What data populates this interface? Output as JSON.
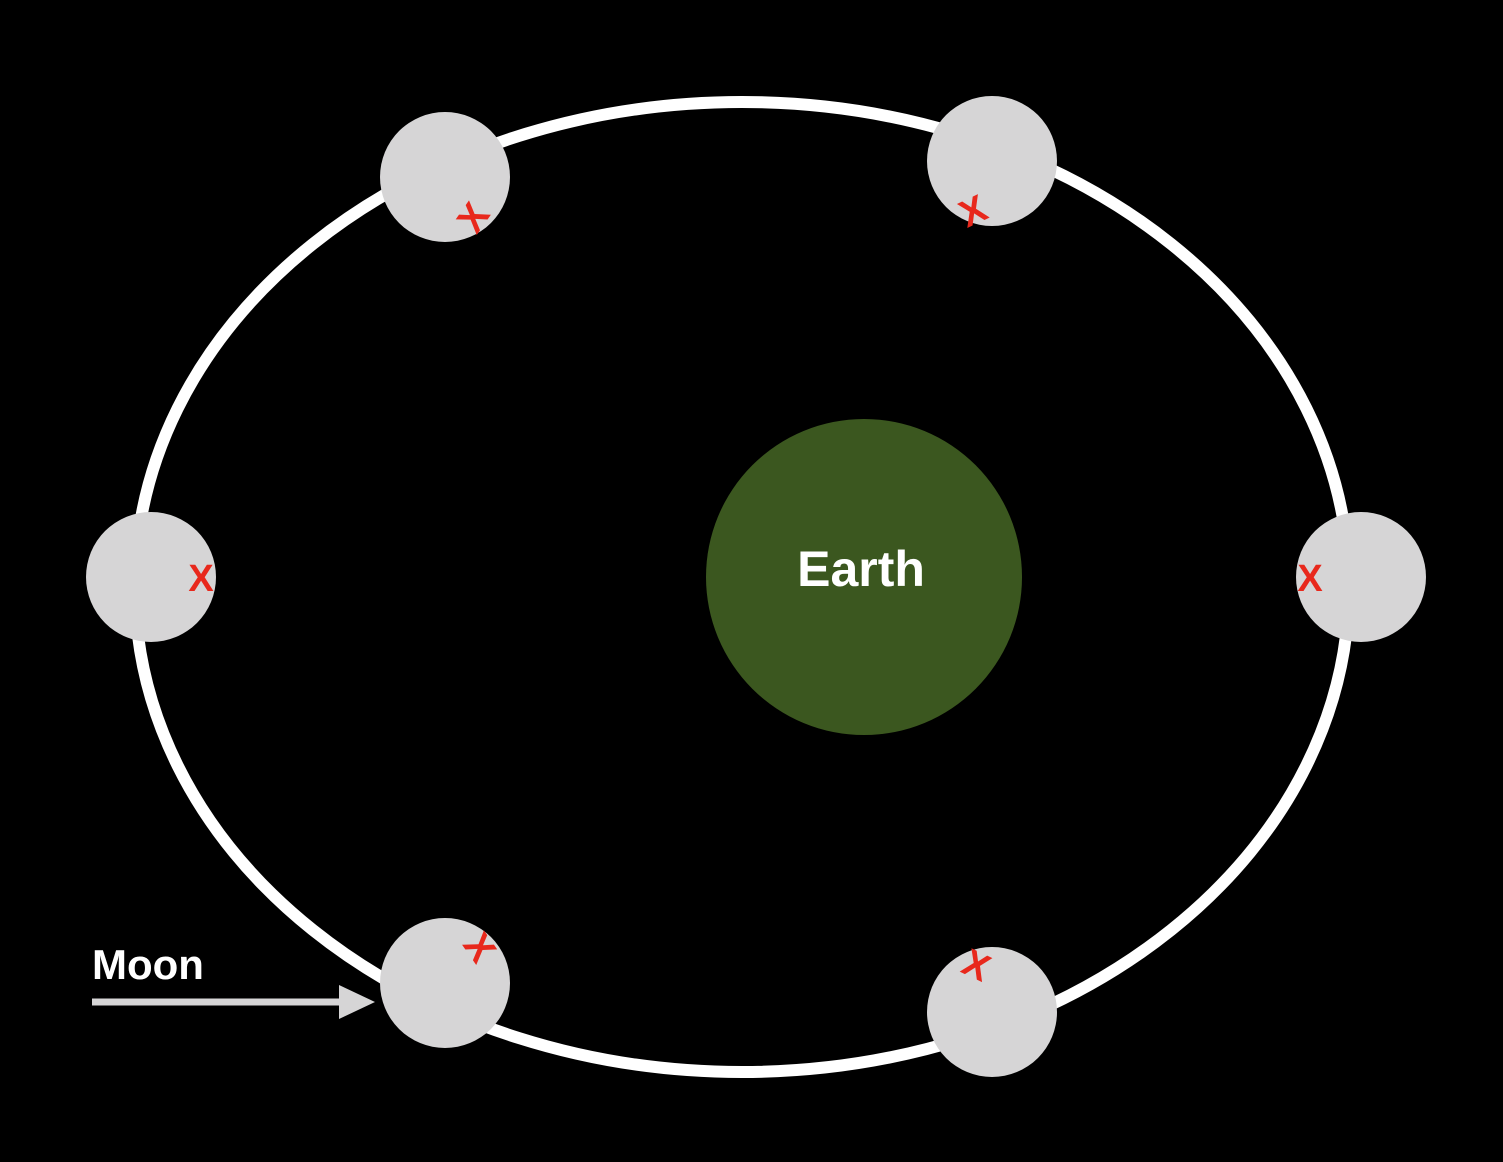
{
  "diagram": {
    "earth_label": "Earth",
    "moon_label": "Moon",
    "marker_symbol": "X",
    "colors": {
      "background": "#000000",
      "orbit": "#ffffff",
      "earth": "#3b571f",
      "moon": "#d6d5d6",
      "marker": "#e8281c",
      "arrow": "#d6d5d6"
    },
    "moon_positions_count": 6
  }
}
